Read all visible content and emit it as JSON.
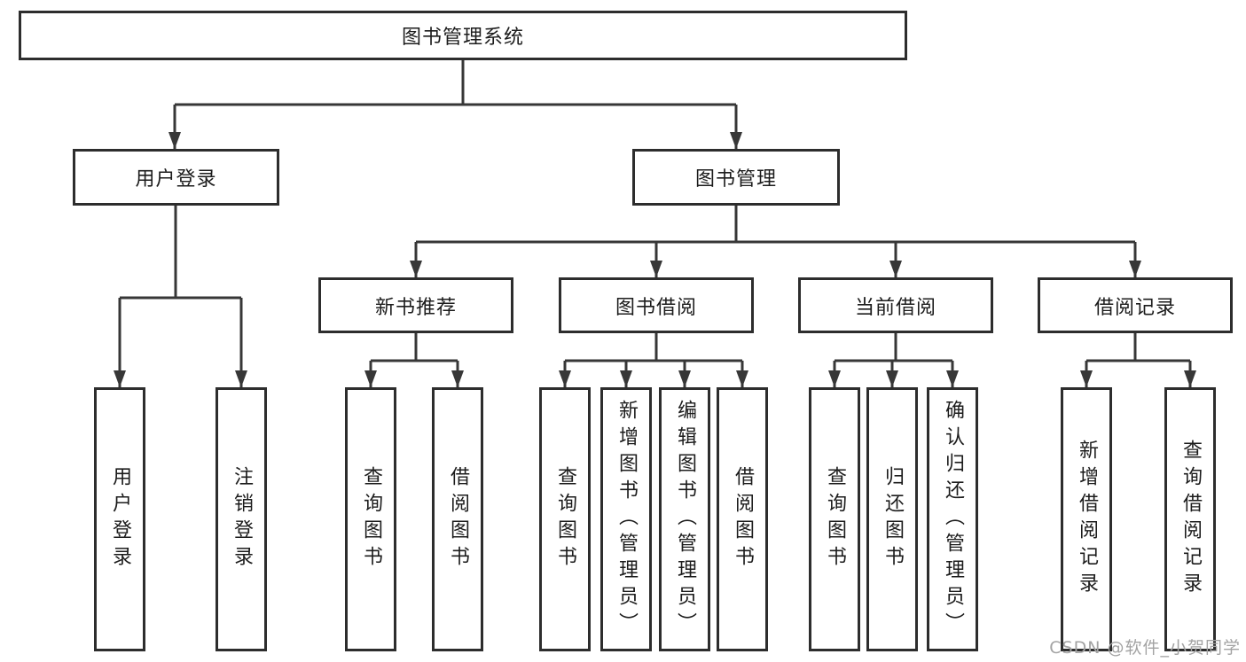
{
  "diagram": {
    "root": "图书管理系统",
    "level2": [
      "用户登录",
      "图书管理"
    ],
    "level3": [
      "新书推荐",
      "图书借阅",
      "当前借阅",
      "借阅记录"
    ],
    "leaves": {
      "user_login": [
        "用户登录",
        "注销登录"
      ],
      "new_books": [
        "查询图书",
        "借阅图书"
      ],
      "borrow": [
        "查询图书",
        "新增图书（管理员）",
        "编辑图书（管理员）",
        "借阅图书"
      ],
      "current": [
        "查询图书",
        "归还图书",
        "确认归还（管理员）"
      ],
      "records": [
        "新增借阅记录",
        "查询借阅记录"
      ]
    },
    "colors": {
      "line": "#373737",
      "border": "#2d2d2d",
      "text": "#1c1c1c",
      "watermark": "#a3a3a3"
    },
    "watermark": "CSDN @软件_小贺同学"
  }
}
